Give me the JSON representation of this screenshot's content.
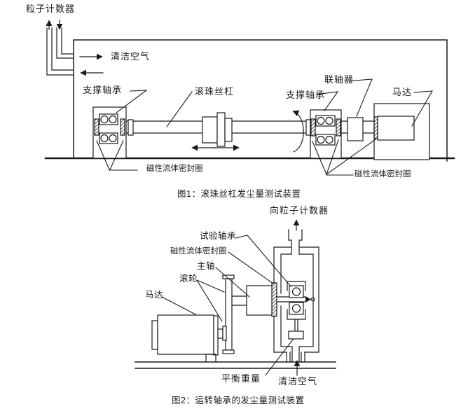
{
  "page": {
    "background": "#ffffff",
    "line_color": "#1a1a1a"
  },
  "figure1": {
    "caption": "图1：滚珠丝杠发尘量测试装置",
    "labels": {
      "particle_counter": "粒子计数器",
      "clean_air": "清洁空气",
      "support_bearing_left": "支撑轴承",
      "ball_screw": "滚珠丝杠",
      "support_bearing_right": "支撑轴承",
      "coupling": "联轴器",
      "motor": "马达",
      "magnetic_fluid_seal_left": "磁性流体密封圈",
      "magnetic_fluid_seal_right": "磁性流体密封圈"
    }
  },
  "figure2": {
    "caption": "图2：运转轴承的发尘量测试装置",
    "labels": {
      "to_particle_counter": "向粒子计数器",
      "test_bearing": "试验轴承",
      "magnetic_fluid_seal": "磁性流体密封圈",
      "main_shaft": "主轴",
      "roller": "滚轮",
      "motor": "马达",
      "balance_weight": "平衡重量",
      "clean_air": "清洁空气"
    }
  }
}
